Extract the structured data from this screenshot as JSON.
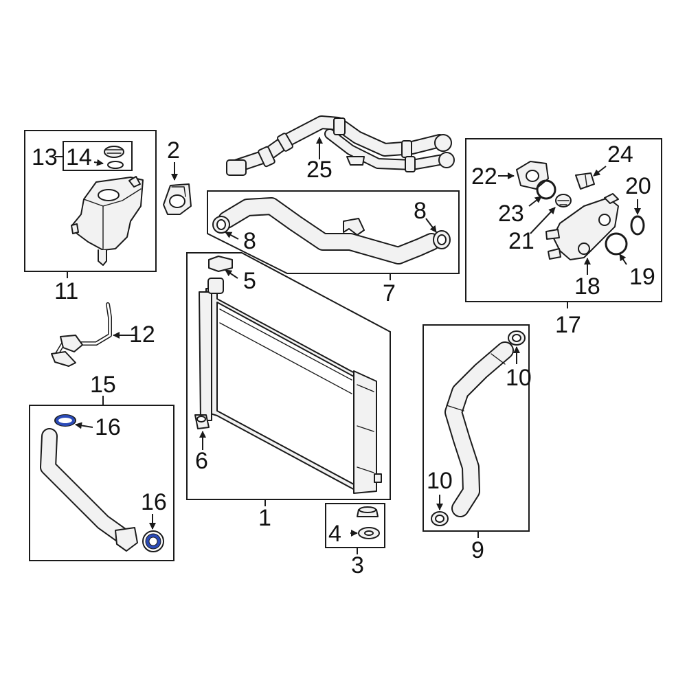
{
  "colors": {
    "line": "#1a1a1a",
    "part_fill": "#f2f2f2",
    "highlight": "#2b4bb8",
    "background": "#ffffff"
  },
  "callouts": {
    "c1": "1",
    "c2": "2",
    "c3": "3",
    "c4": "4",
    "c5": "5",
    "c6": "6",
    "c7": "7",
    "c8a": "8",
    "c8b": "8",
    "c9": "9",
    "c10a": "10",
    "c10b": "10",
    "c11": "11",
    "c12": "12",
    "c13": "13",
    "c14": "14",
    "c15": "15",
    "c16a": "16",
    "c16b": "16",
    "c17": "17",
    "c18": "18",
    "c19": "19",
    "c20": "20",
    "c21": "21",
    "c22": "22",
    "c23": "23",
    "c24": "24",
    "c25": "25"
  }
}
